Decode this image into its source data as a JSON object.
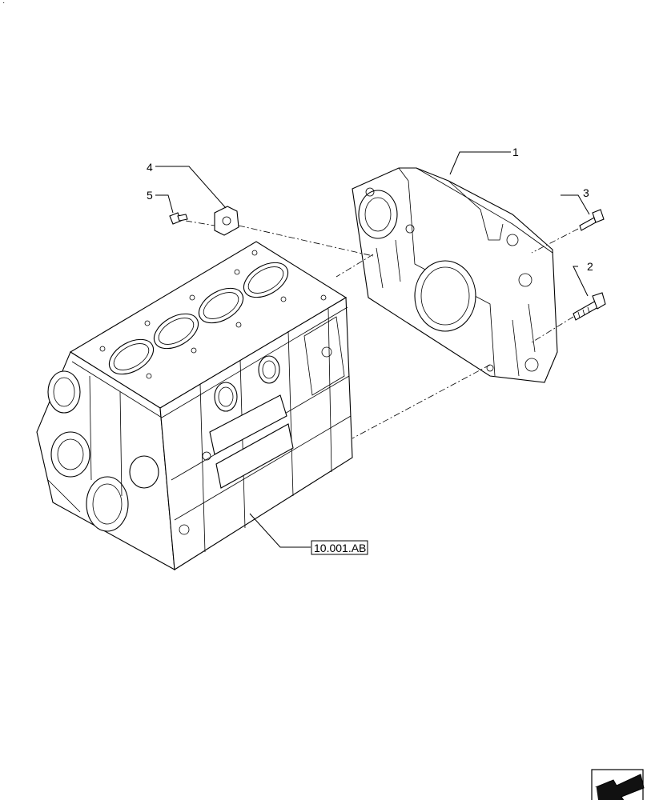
{
  "callouts": {
    "c1": "1",
    "c2": "2",
    "c3": "3",
    "c4": "4",
    "c5": "5"
  },
  "reference_box": "10.001.AB",
  "corner_mark": "·",
  "icons": {
    "nav_arrow": "next-page-arrow-icon"
  }
}
